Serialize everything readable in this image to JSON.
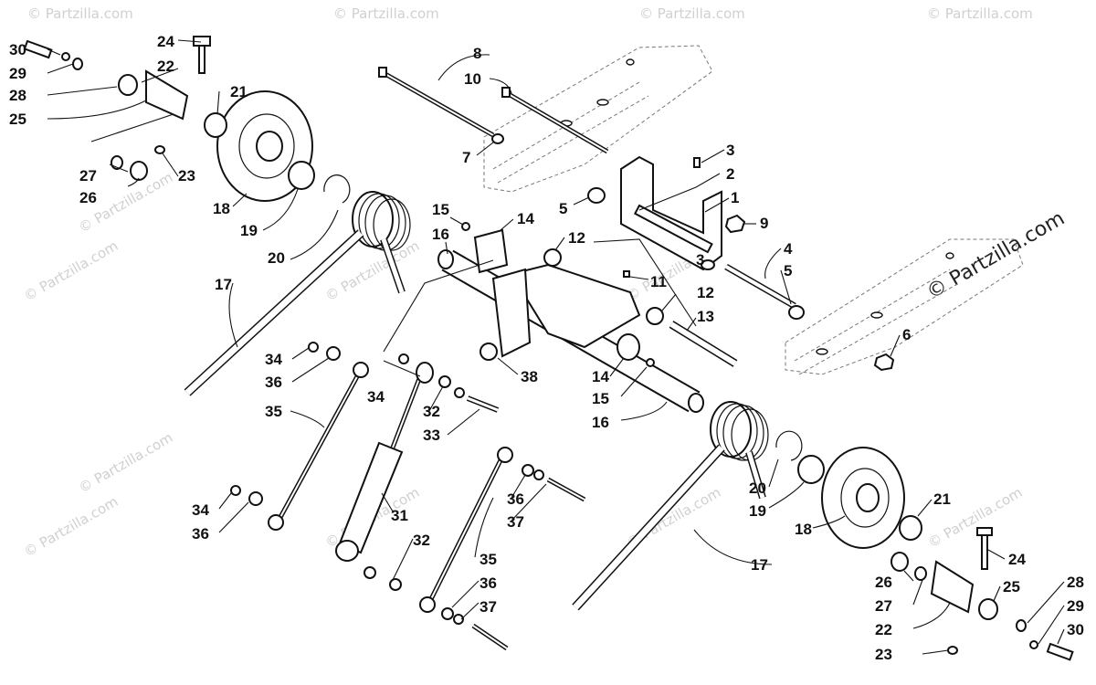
{
  "watermark": {
    "main": "© Partzilla.com",
    "faint": "© Partzilla.com"
  },
  "callouts": {
    "c1": "1",
    "c2": "2",
    "c3a": "3",
    "c3b": "3",
    "c4": "4",
    "c5a": "5",
    "c5b": "5",
    "c6": "6",
    "c7": "7",
    "c8": "8",
    "c9": "9",
    "c10": "10",
    "c11": "11",
    "c12a": "12",
    "c12b": "12",
    "c13": "13",
    "c14a": "14",
    "c14b": "14",
    "c15a": "15",
    "c15b": "15",
    "c16a": "16",
    "c16b": "16",
    "c17a": "17",
    "c17b": "17",
    "c18a": "18",
    "c18b": "18",
    "c19a": "19",
    "c19b": "19",
    "c20a": "20",
    "c20b": "20",
    "c21a": "21",
    "c21b": "21",
    "c22a": "22",
    "c22b": "22",
    "c23a": "23",
    "c23b": "23",
    "c24a": "24",
    "c24b": "24",
    "c25a": "25",
    "c25b": "25",
    "c26a": "26",
    "c26b": "26",
    "c27a": "27",
    "c27b": "27",
    "c28a": "28",
    "c28b": "28",
    "c29a": "29",
    "c29b": "29",
    "c30a": "30",
    "c30b": "30",
    "c31": "31",
    "c32a": "32",
    "c32b": "32",
    "c33": "33",
    "c34a": "34",
    "c34b": "34",
    "c34c": "34",
    "c35a": "35",
    "c35b": "35",
    "c36a": "36",
    "c36b": "36",
    "c36c": "36",
    "c36d": "36",
    "c37a": "37",
    "c37b": "37",
    "c38": "38"
  }
}
